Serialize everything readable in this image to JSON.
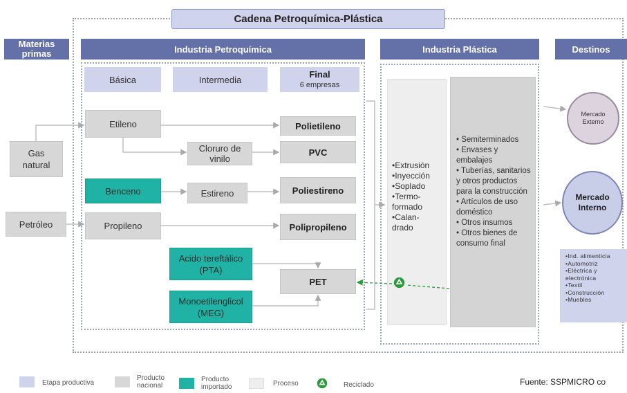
{
  "title": "Cadena Petroquímica-Plástica",
  "headers": {
    "materias_primas": "Materias primas",
    "industria_petroquimica": "Industria Petroquímica",
    "industria_plastica": "Industria Plástica",
    "destinos": "Destinos"
  },
  "stages": {
    "basica": "Básica",
    "intermedia": "Intermedia",
    "final": "Final",
    "final_sub": "6 empresas"
  },
  "raw_materials": [
    "Gas natural",
    "Petróleo"
  ],
  "nodes": {
    "etileno": "Etileno",
    "cloruro": "Cloruro de vinilo",
    "benceno": "Benceno",
    "estireno": "Estireno",
    "propileno": "Propileno",
    "pta": "Acido tereftálico (PTA)",
    "meg": "Monoetilenglicol (MEG)"
  },
  "finals": [
    "Polietileno",
    "PVC",
    "Poliestireno",
    "Polipropileno",
    "PET"
  ],
  "processes": [
    "•Extrusión",
    "•Inyección",
    "•Soplado",
    "•Termo-formado",
    "•Calan-drado"
  ],
  "products": [
    "• Semiterminados",
    "• Envases y embalajes",
    "• Tuberías, sanitarios y otros productos para la construcción",
    "• Artículos de uso doméstico",
    "• Otros insumos",
    "• Otros bienes de consumo final"
  ],
  "destinations": {
    "externo": "Mercado Externo",
    "interno": "Mercado Interno"
  },
  "sectors": [
    "•Ind. alimenticia",
    "•Automotriz",
    "•Eléctrica y electrónica",
    "•Textil",
    "•Construcción",
    "•Muebles"
  ],
  "legend": [
    {
      "label": "Etapa productiva",
      "color": "#cfd3eb"
    },
    {
      "label": "Producto nacional",
      "color": "#d7d7d7"
    },
    {
      "label": "Producto importado",
      "color": "#20b3a5"
    },
    {
      "label": "Proceso",
      "color": "#eeeeee"
    },
    {
      "label": "Reciclado",
      "icon": "recycle-icon",
      "color": "#2a9a3a"
    }
  ],
  "source": "Fuente: SSPMICRO co"
}
